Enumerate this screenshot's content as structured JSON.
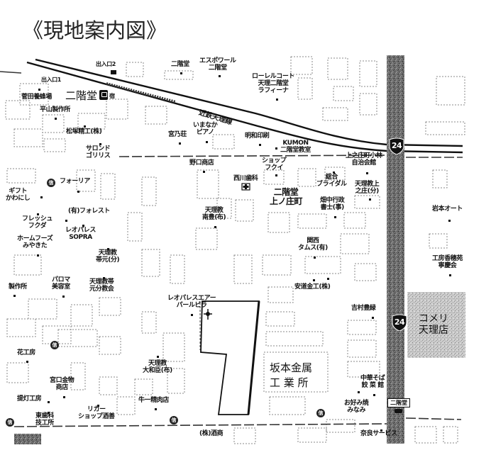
{
  "title": "《現地案内図》",
  "map": {
    "railway_label": "近鉄天理線",
    "station": {
      "name": "二階堂",
      "exit_mark": "宿"
    },
    "district_label": "二階堂\n上ノ庄町",
    "site_neighbors": {
      "factory": "坂本金属\n工 業 所",
      "store": "コメリ\n天理店"
    },
    "route_shields": [
      "24",
      "24"
    ],
    "intersection_sign": "二階堂",
    "signal_glyph": "信",
    "labels": [
      "出入口2",
      "二階堂",
      "エスポワール\n二階堂",
      "出入口1",
      "菅田養蜂場",
      "平山製作所",
      "ローレルコート\n天理二階堂\nラフィーナ",
      "いまなか\nピアノ",
      "宮乃荘",
      "松塚精工(株)",
      "サロンド\nゴリリス",
      "明和印刷",
      "KUMON\n二階堂教室",
      "ショップ\nフクイ",
      "上之庄町小林\n自治会館",
      "野口商店",
      "西川歯科",
      "総合\nブライダル",
      "天理教上\n之庄(分)",
      "畑中行政\n書士(事)",
      "天理教\n南豊(布)",
      "関西\nタムス(有)",
      "安道金工(株)",
      "フォーリア",
      "ギフト\nかわにし",
      "(有)フォレスト",
      "フレッシュ\nフクダ",
      "レオパレス\nSOPRA",
      "ホームフーズ\nみやきた",
      "天理教\n帯元(分)",
      "パロマ\n美容室",
      "天理教帯\n元分教会",
      "製作所",
      "レオパレスエアー\nパールビラ",
      "吉村豊緑",
      "中華そば\n餃 菜 館",
      "お好み焼\nみなみ",
      "奈良サービス",
      "岩本オート",
      "工房香穂苑\n寧慶会",
      "花工房",
      "宮口金物\n商店",
      "提灯工房",
      "東歯科\n技工所",
      "リカー\nショップ酒善",
      "天理教\n大和臣(布)",
      "牛一精肉店",
      "(株)酒商"
    ],
    "colors": {
      "road_fill": "#6e6e6e",
      "store_fill": "#c6c6c6",
      "ink": "#111111"
    }
  }
}
